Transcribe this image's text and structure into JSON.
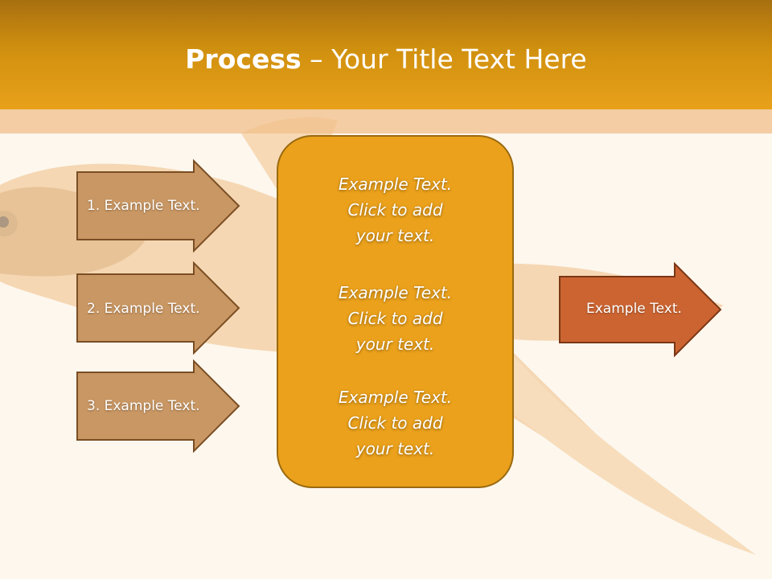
{
  "title": {
    "bold": "Process",
    "rest": " – Your Title Text Here"
  },
  "left_arrows": [
    {
      "label": "1. Example Text."
    },
    {
      "label": "2. Example Text."
    },
    {
      "label": "3. Example Text."
    }
  ],
  "center_box": {
    "blocks": [
      {
        "lines": [
          "Example Text.",
          "Click  to add",
          "your text."
        ]
      },
      {
        "lines": [
          "Example Text.",
          "Click  to add",
          "your text."
        ]
      },
      {
        "lines": [
          "Example Text.",
          "Click  to add",
          "your text."
        ]
      }
    ]
  },
  "right_arrow": {
    "label": "Example Text."
  },
  "colors": {
    "header": "#d0900f",
    "left_arrow_fill": "#c99763",
    "left_arrow_border": "#7a4e24",
    "center_fill": "#eba11b",
    "right_arrow_fill": "#cc6431"
  }
}
